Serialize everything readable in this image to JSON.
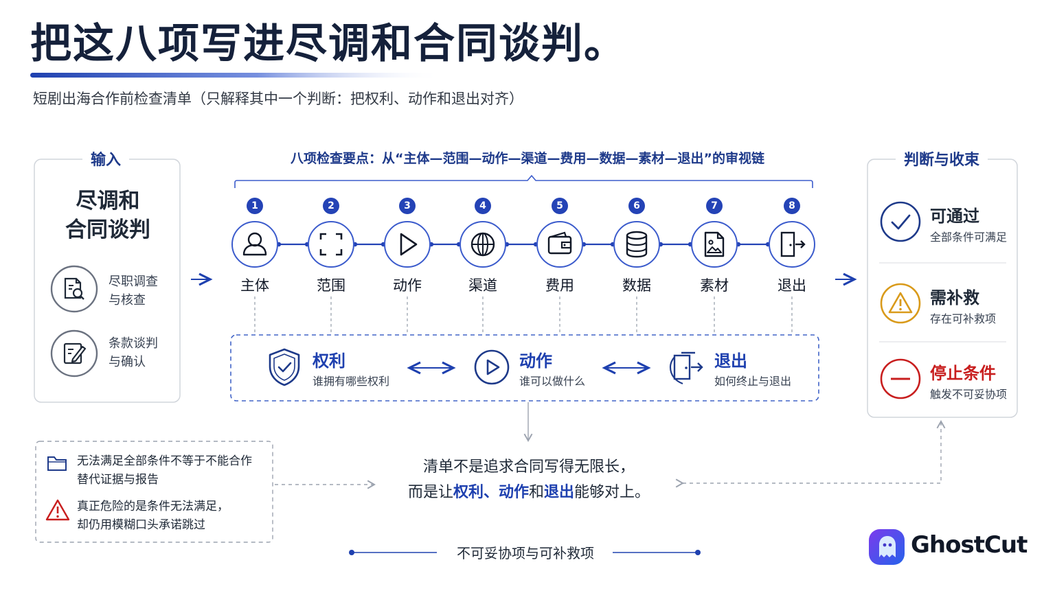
{
  "title": "把这八项写进尽调和合同谈判。",
  "subtitle": "短剧出海合作前检查清单（只解释其中一个判断：把权利、动作和退出对齐）",
  "input_panel": {
    "heading": "输入",
    "title": "尽调和\n合同谈判",
    "items": [
      {
        "icon": "document-search-icon",
        "label": "尽职调查\n与核查"
      },
      {
        "icon": "edit-document-icon",
        "label": "条款谈判\n与确认"
      }
    ]
  },
  "chain": {
    "heading": "八项检查要点：从“主体—范围—动作—渠道—费用—数据—素材—退出”的审视链",
    "steps": [
      {
        "num": "1",
        "label": "主体",
        "icon": "user-icon"
      },
      {
        "num": "2",
        "label": "范围",
        "icon": "scope-frame-icon"
      },
      {
        "num": "3",
        "label": "动作",
        "icon": "play-icon"
      },
      {
        "num": "4",
        "label": "渠道",
        "icon": "globe-icon"
      },
      {
        "num": "5",
        "label": "费用",
        "icon": "wallet-icon"
      },
      {
        "num": "6",
        "label": "数据",
        "icon": "database-icon"
      },
      {
        "num": "7",
        "label": "素材",
        "icon": "image-file-icon"
      },
      {
        "num": "8",
        "label": "退出",
        "icon": "exit-door-icon"
      }
    ]
  },
  "alignment": [
    {
      "title": "权利",
      "sub": "谁拥有哪些权利",
      "icon": "shield-check-icon"
    },
    {
      "title": "动作",
      "sub": "谁可以做什么",
      "icon": "play-circle-icon"
    },
    {
      "title": "退出",
      "sub": "如何终止与退出",
      "icon": "exit-door-icon"
    }
  ],
  "result_panel": {
    "heading": "判断与收束",
    "items": [
      {
        "title": "可通过",
        "sub": "全部条件可满足",
        "icon": "check-circle-icon",
        "color": "#1e3a8a"
      },
      {
        "title": "需补救",
        "sub": "存在可补救项",
        "icon": "warning-triangle-icon",
        "color": "#d99a1a"
      },
      {
        "title": "停止条件",
        "sub": "触发不可妥协项",
        "icon": "minus-circle-icon",
        "color": "#c81e1e"
      }
    ]
  },
  "notes": [
    {
      "icon": "folder-icon",
      "lines": [
        "无法满足全部条件不等于不能合作",
        "替代证据与报告"
      ]
    },
    {
      "icon": "danger-triangle-icon",
      "lines": [
        "真正危险的是条件无法满足，",
        "却仍用模糊口头承诺跳过"
      ]
    }
  ],
  "center": {
    "line1": "清单不是追求合同写得无限长，",
    "line2_a": "而是让",
    "line2_hl": "权利、动作",
    "line2_b": "和",
    "line2_hl2": "退出",
    "line2_c": "能够对上。"
  },
  "bottom_label": "不可妥协项与可补救项",
  "brand": {
    "name": "GhostCut",
    "icon": "ghost-logo-icon"
  },
  "colors": {
    "primary": "#1e40af",
    "dark_navy": "#15213b",
    "warning": "#d99a1a",
    "danger": "#c81e1e"
  }
}
